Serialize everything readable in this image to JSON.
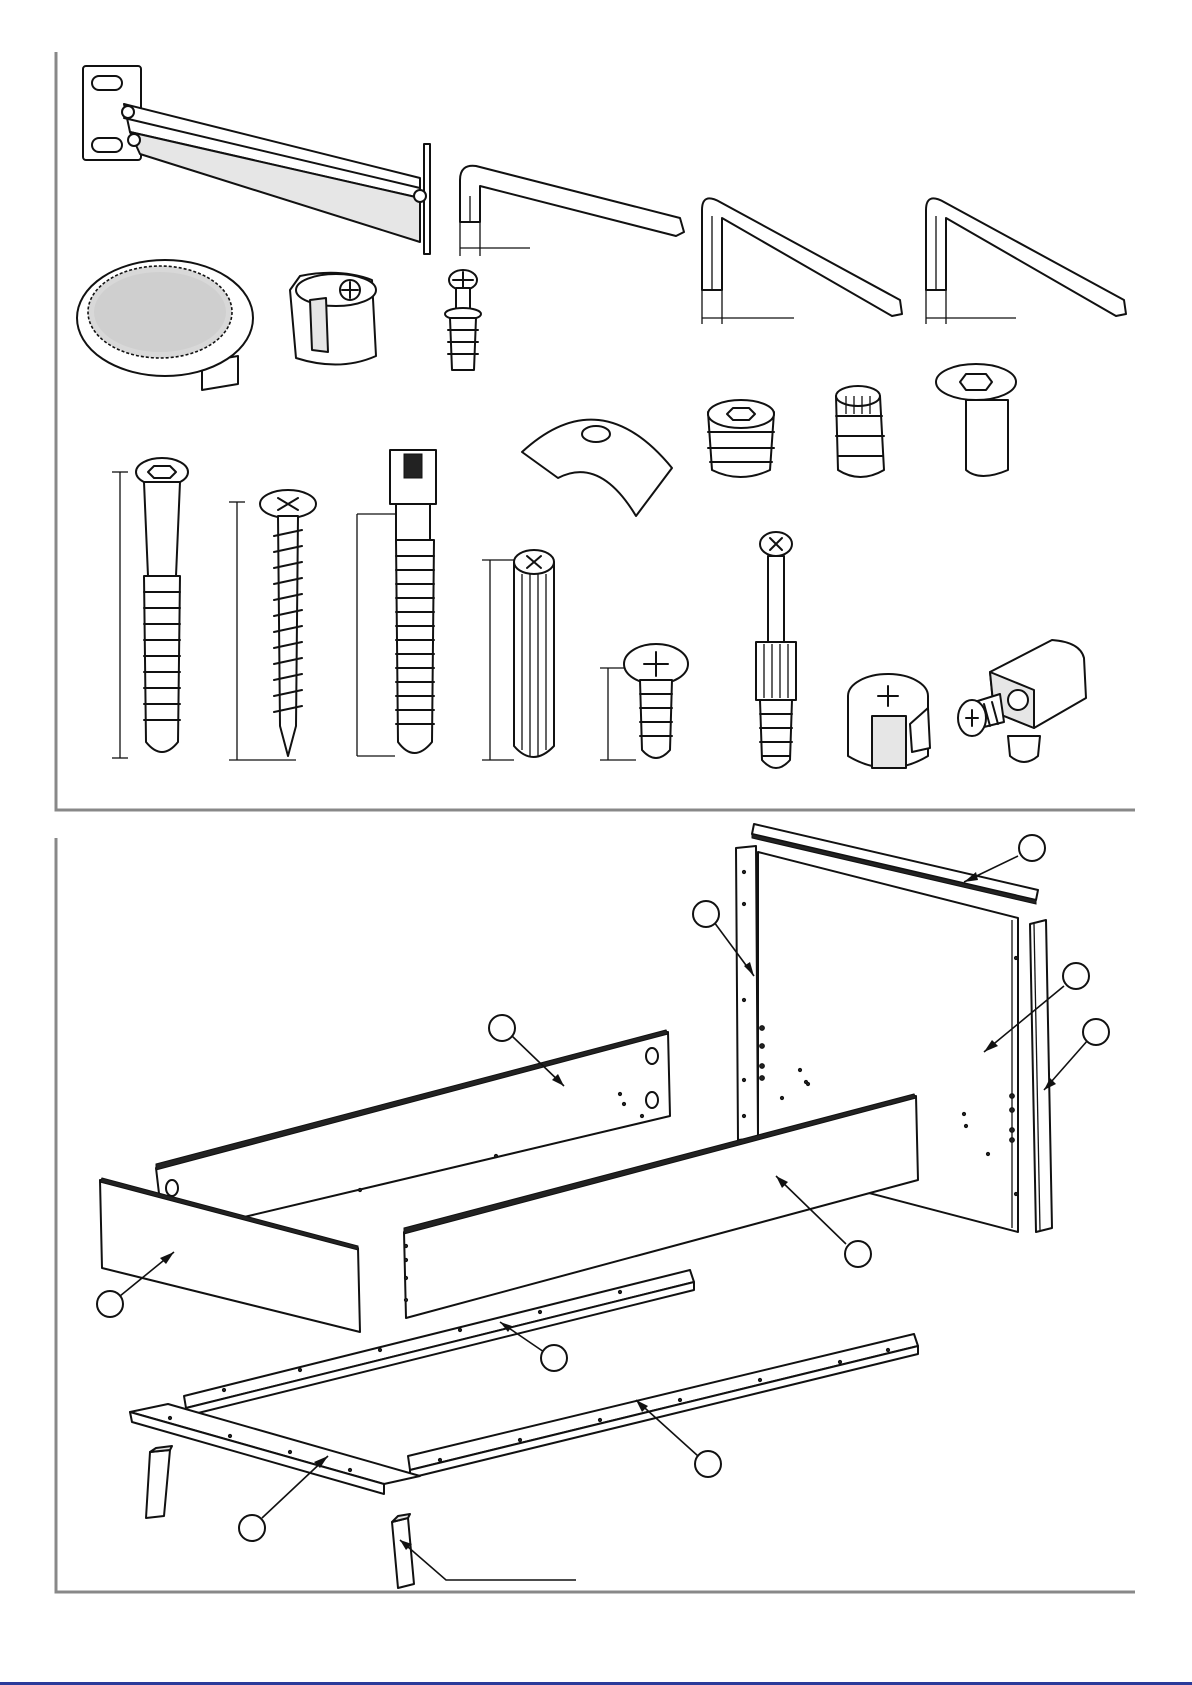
{
  "document": {
    "type": "assembly-instruction-sheet",
    "sections": [
      {
        "id": "hardware-kit",
        "items": [
          {
            "icon": "wall-bracket-icon"
          },
          {
            "icon": "allen-key-large-icon"
          },
          {
            "icon": "allen-key-medium-icon"
          },
          {
            "icon": "allen-key-small-icon"
          },
          {
            "icon": "hole-cover-cap-icon"
          },
          {
            "icon": "cam-lock-housing-icon"
          },
          {
            "icon": "cam-dowel-short-icon"
          },
          {
            "icon": "curved-bracket-icon"
          },
          {
            "icon": "threaded-insert-hex-icon"
          },
          {
            "icon": "threaded-insert-knurled-icon"
          },
          {
            "icon": "connector-nut-icon"
          },
          {
            "icon": "hex-bolt-icon"
          },
          {
            "icon": "wood-screw-icon"
          },
          {
            "icon": "leg-bolt-icon"
          },
          {
            "icon": "wooden-dowel-icon"
          },
          {
            "icon": "short-screw-icon"
          },
          {
            "icon": "cam-dowel-long-icon"
          },
          {
            "icon": "cam-lock-icon"
          },
          {
            "icon": "corner-connector-icon"
          }
        ]
      },
      {
        "id": "parts-exploded-view",
        "callouts": 11,
        "parts": [
          {
            "icon": "top-rail-icon"
          },
          {
            "icon": "headboard-panel-icon"
          },
          {
            "icon": "left-post-icon"
          },
          {
            "icon": "right-post-icon"
          },
          {
            "icon": "back-side-rail-icon"
          },
          {
            "icon": "footboard-panel-icon"
          },
          {
            "icon": "front-side-rail-icon"
          },
          {
            "icon": "slat-support-left-icon"
          },
          {
            "icon": "slat-support-right-icon"
          },
          {
            "icon": "foot-rail-icon"
          },
          {
            "icon": "legs-icon"
          }
        ]
      }
    ]
  },
  "colors": {
    "line": "#111111",
    "frame": "#888888",
    "bottom_rule": "#2a3a9a",
    "paper": "#ffffff"
  }
}
